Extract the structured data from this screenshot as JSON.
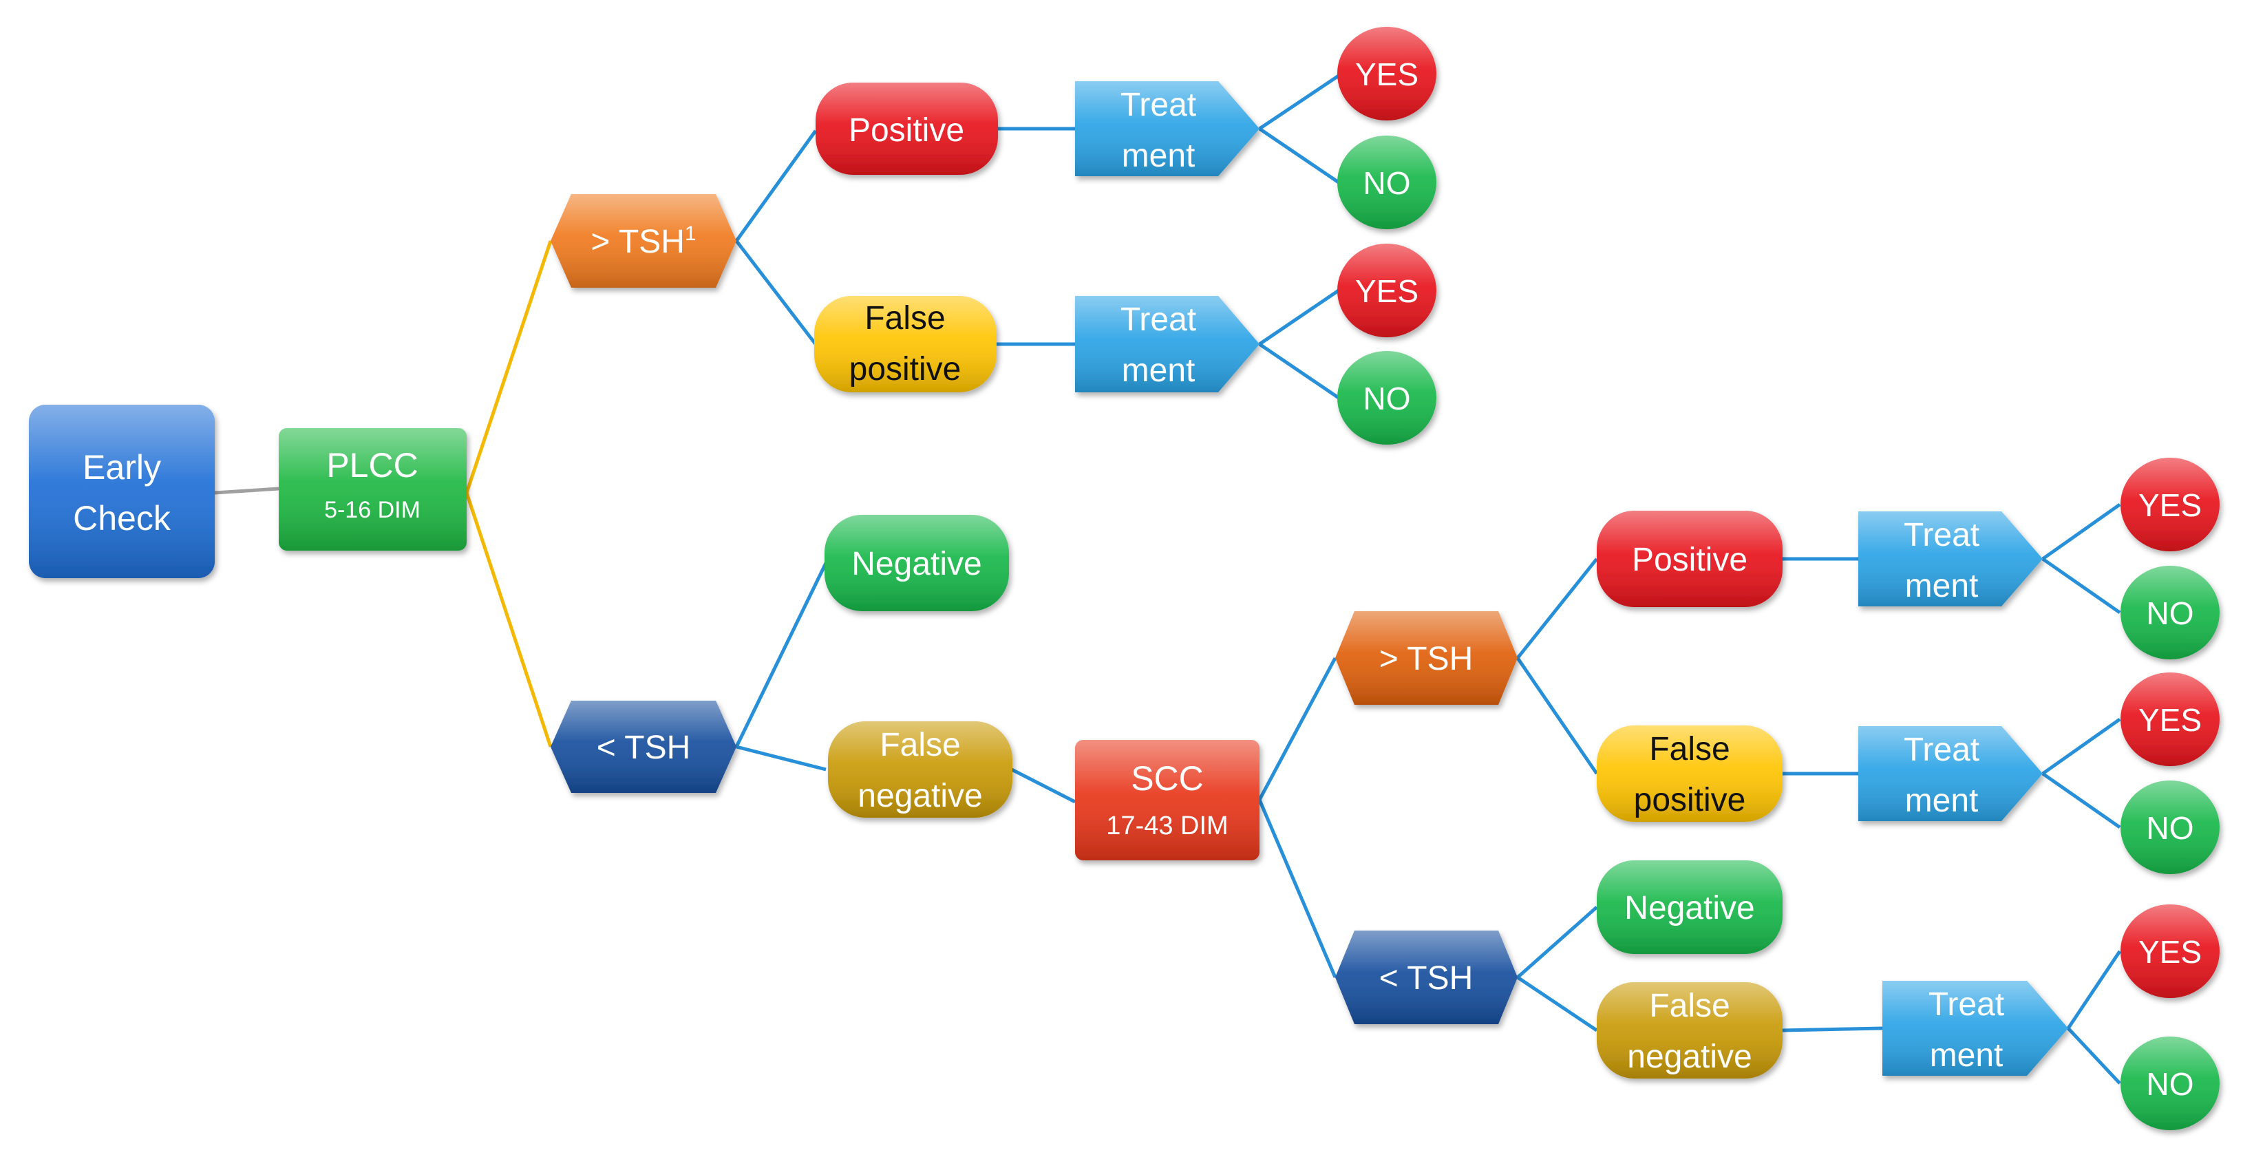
{
  "nodes": {
    "early_check": {
      "line1": "Early",
      "line2": "Check"
    },
    "plcc": {
      "title": "PLCC",
      "subtitle": "5-16 DIM"
    },
    "tsh_high_1": {
      "label": "> TSH",
      "superscript": "1"
    },
    "tsh_low_1": {
      "label": "< TSH"
    },
    "positive_1": {
      "label": "Positive"
    },
    "false_positive_1": {
      "line1": "False",
      "line2": "positive"
    },
    "negative_1": {
      "label": "Negative"
    },
    "false_negative_1": {
      "line1": "False",
      "line2": "negative"
    },
    "treat_1": {
      "line1": "Treat",
      "line2": "ment"
    },
    "treat_2": {
      "line1": "Treat",
      "line2": "ment"
    },
    "yes_1": {
      "label": "YES"
    },
    "no_1": {
      "label": "NO"
    },
    "yes_2": {
      "label": "YES"
    },
    "no_2": {
      "label": "NO"
    },
    "scc": {
      "title": "SCC",
      "subtitle": "17-43 DIM"
    },
    "tsh_high_2": {
      "label": "> TSH"
    },
    "tsh_low_2": {
      "label": "< TSH"
    },
    "positive_2": {
      "label": "Positive"
    },
    "false_positive_2": {
      "line1": "False",
      "line2": "positive"
    },
    "negative_2": {
      "label": "Negative"
    },
    "false_negative_2": {
      "line1": "False",
      "line2": "negative"
    },
    "treat_3": {
      "line1": "Treat",
      "line2": "ment"
    },
    "treat_4": {
      "line1": "Treat",
      "line2": "ment"
    },
    "treat_5": {
      "line1": "Treat",
      "line2": "ment"
    },
    "yes_3": {
      "label": "YES"
    },
    "no_3": {
      "label": "NO"
    },
    "yes_4": {
      "label": "YES"
    },
    "no_4": {
      "label": "NO"
    },
    "yes_5": {
      "label": "YES"
    },
    "no_5": {
      "label": "NO"
    }
  },
  "colors": {
    "blue_box": "#1f6fd6",
    "green_box": "#1eb843",
    "orange_hex": "#f07a1e",
    "dark_orange_hex": "#e0600c",
    "navy_hex": "#174f9e",
    "red_pill": "#e8141c",
    "yellow_pill": "#ffc400",
    "green_pill": "#17b84a",
    "gold_pill": "#c99a06",
    "red_scc": "#e8361a",
    "treat_blue": "#2aa3e6",
    "yes_red": "#e8141c",
    "no_green": "#17b84a",
    "line_blue": "#2790d9",
    "line_yellow": "#f5b800",
    "line_gray": "#a0a0a0"
  }
}
